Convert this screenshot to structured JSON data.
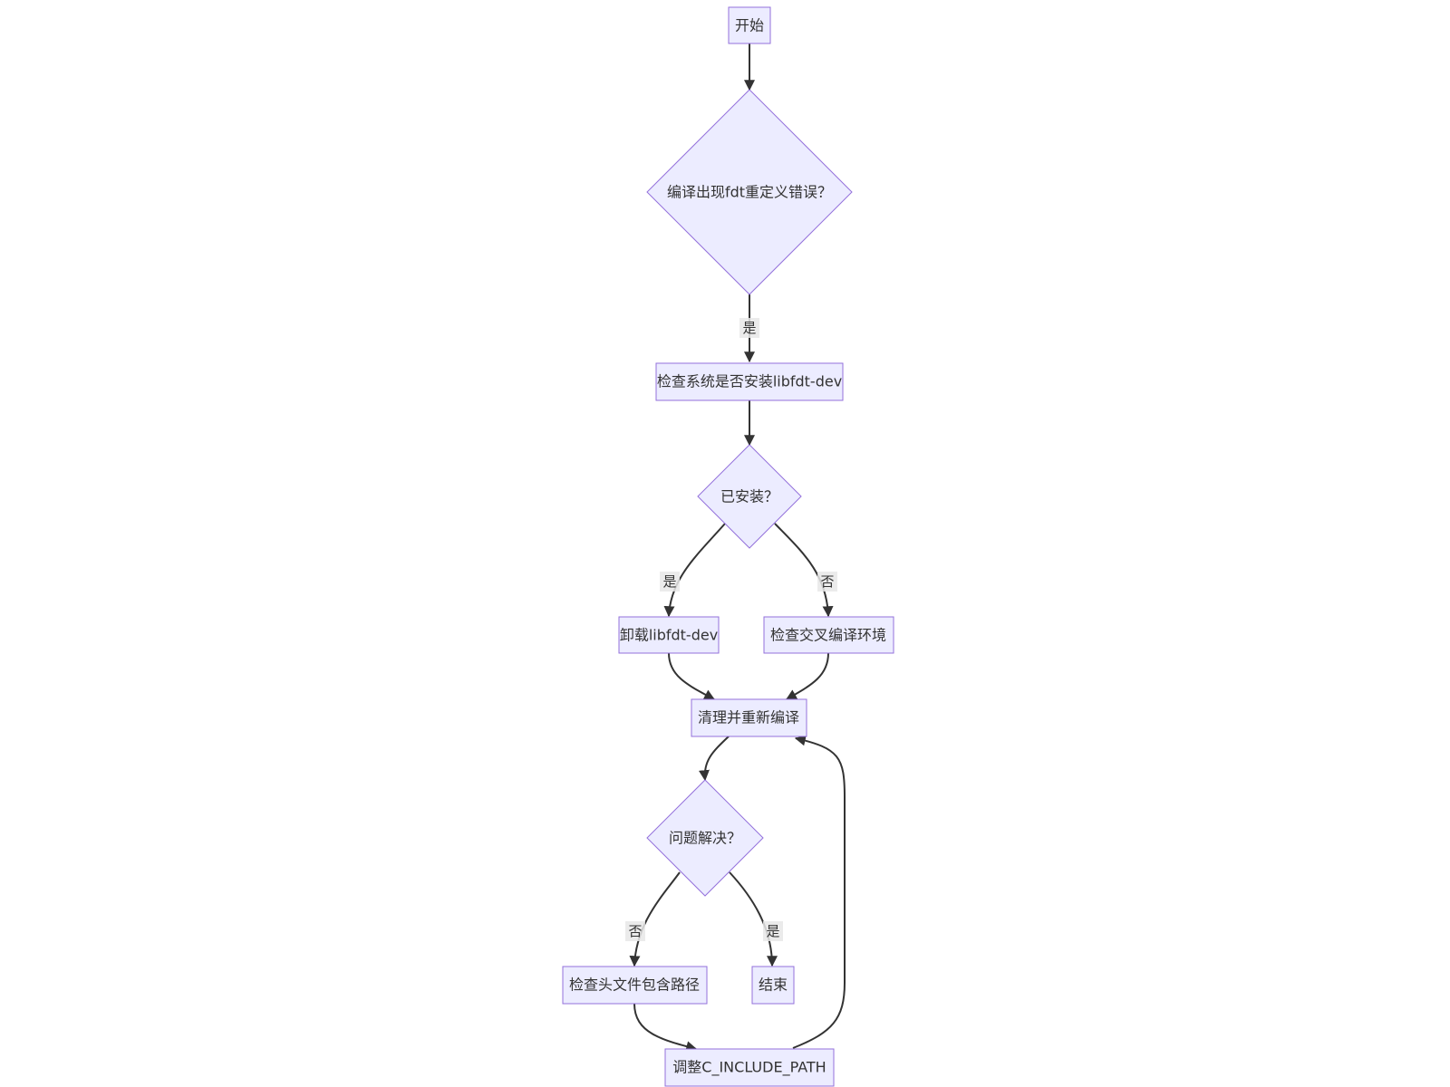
{
  "colors": {
    "node_fill": "#ECECFF",
    "node_stroke": "#9370DB",
    "edge": "#333333",
    "text": "#333333",
    "background": "#FFFFFF"
  },
  "nodes": {
    "start": "开始",
    "compile_error": "编译出现fdt重定义错误？",
    "check_installed": "检查系统是否安装libfdt-dev",
    "is_installed": "已安装？",
    "uninstall": "卸载libfdt-dev",
    "check_cross_env": "检查交叉编译环境",
    "clean_rebuild": "清理并重新编译",
    "resolved": "问题解决？",
    "check_include_path": "检查头文件包含路径",
    "end": "结束",
    "adjust_path": "调整C_INCLUDE_PATH"
  },
  "edge_labels": {
    "error_yes": "是",
    "installed_yes": "是",
    "installed_no": "否",
    "resolved_no": "否",
    "resolved_yes": "是"
  }
}
